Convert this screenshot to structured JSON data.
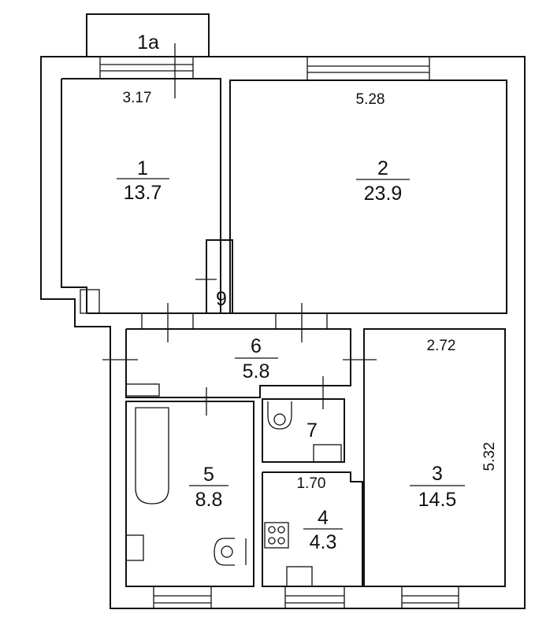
{
  "title": "Apartment floor plan",
  "rooms": [
    {
      "number": "1a",
      "area": null
    },
    {
      "number": "1",
      "area": "13.7"
    },
    {
      "number": "2",
      "area": "23.9"
    },
    {
      "number": "3",
      "area": "14.5"
    },
    {
      "number": "4",
      "area": "4.3"
    },
    {
      "number": "5",
      "area": "8.8"
    },
    {
      "number": "6",
      "area": "5.8"
    },
    {
      "number": "7",
      "area": null
    },
    {
      "number": "9",
      "area": null
    }
  ],
  "dimensions": {
    "room1_width": "3.17",
    "room2_width": "5.28",
    "room3_width": "2.72",
    "room3_length": "5.32",
    "room4_width": "1.70"
  }
}
